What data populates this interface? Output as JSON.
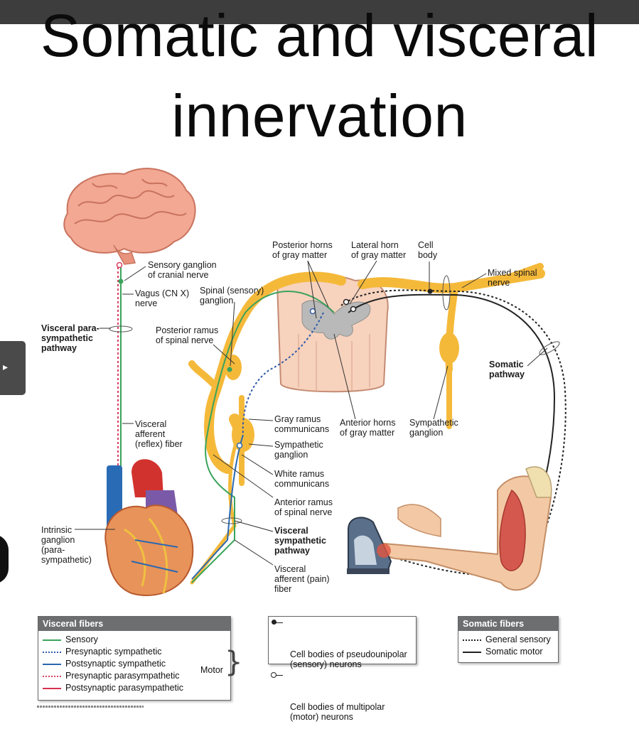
{
  "title": {
    "line1": "Somatic and visceral",
    "line2": "innervation"
  },
  "colors": {
    "sensory": "#3aa35c",
    "presynaptic_sympathetic": "#2f5aa8",
    "postsynaptic_sympathetic": "#2a68b0",
    "presynaptic_parasympathetic": "#d94060",
    "postsynaptic_parasympathetic": "#d6334f",
    "nerve": "#f5b93a",
    "somatic": "#222222",
    "legend_header": "#6d6e70"
  },
  "labels": {
    "posterior_horns": "Posterior horns\nof gray matter",
    "lateral_horn": "Lateral horn\nof gray matter",
    "cell_body": "Cell\nbody",
    "mixed_spinal": "Mixed spinal\nnerve",
    "sensory_ganglion": "Sensory ganglion\nof cranial nerve",
    "vagus": "Vagus (CN X)\nnerve",
    "spinal_sensory_ganglion": "Spinal (sensory)\nganglion",
    "visceral_para": "Visceral para-\nsympathetic\npathway",
    "posterior_ramus": "Posterior ramus\nof spinal nerve",
    "somatic_pathway": "Somatic\npathway",
    "visceral_afferent_reflex": "Visceral\nafferent\n(reflex) fiber",
    "gray_ramus": "Gray ramus\ncommunicans",
    "anterior_horns": "Anterior horns\nof gray matter",
    "sympathetic_ganglion_right": "Sympathetic\nganglion",
    "sympathetic_ganglion": "Sympathetic\nganglion",
    "white_ramus": "White ramus\ncommunicans",
    "anterior_ramus": "Anterior ramus\nof spinal nerve",
    "intrinsic_ganglion": "Intrinsic\nganglion\n(para-\nsympathetic)",
    "visceral_sympathetic": "Visceral\nsympathetic\npathway",
    "visceral_afferent_pain": "Visceral\nafferent (pain)\nfiber"
  },
  "legend_visceral": {
    "header": "Visceral fibers",
    "items": [
      {
        "label": "Sensory"
      },
      {
        "label": "Presynaptic sympathetic"
      },
      {
        "label": "Postsynaptic sympathetic"
      },
      {
        "label": "Presynaptic parasympathetic"
      },
      {
        "label": "Postsynaptic parasympathetic"
      }
    ],
    "motor": "Motor"
  },
  "legend_cells": {
    "items": [
      {
        "label": "Cell bodies of pseudounipolar\n(sensory) neurons"
      },
      {
        "label": "Cell bodies of multipolar\n(motor) neurons"
      }
    ]
  },
  "legend_somatic": {
    "header": "Somatic fibers",
    "items": [
      {
        "label": "General sensory"
      },
      {
        "label": "Somatic motor"
      }
    ]
  }
}
